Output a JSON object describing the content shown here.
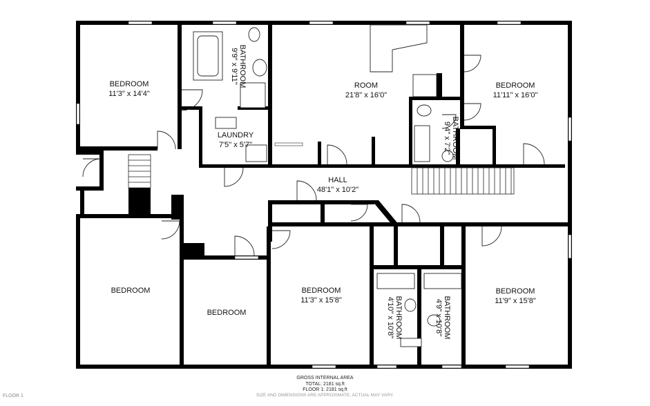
{
  "rooms": [
    {
      "name": "BEDROOM",
      "dims": "11'3\" x 14'4\""
    },
    {
      "name": "BATHROOM",
      "dims": "9'9\" x 9'11\""
    },
    {
      "name": "ROOM",
      "dims": "21'8\" x 16'0\""
    },
    {
      "name": "BEDROOM",
      "dims": "11'11\" x 16'0\""
    },
    {
      "name": "LAUNDRY",
      "dims": "7'5\" x 5'7\""
    },
    {
      "name": "BATHROOM",
      "dims": "9'4\" x 7'2\""
    },
    {
      "name": "HALL",
      "dims": "48'1\" x 10'2\""
    },
    {
      "name": "BEDROOM",
      "dims": ""
    },
    {
      "name": "BEDROOM",
      "dims": ""
    },
    {
      "name": "BEDROOM",
      "dims": "11'3\" x 15'8\""
    },
    {
      "name": "BATHROOM",
      "dims": "4'10\" x 10'8\""
    },
    {
      "name": "BATHROOM",
      "dims": "4'9\" x 10'8\""
    },
    {
      "name": "BEDROOM",
      "dims": "11'9\" x 15'8\""
    }
  ],
  "footer": {
    "title": "GROSS INTERNAL AREA",
    "total": "TOTAL: 2181 sq.ft",
    "floor": "FLOOR 1: 2181 sq.ft",
    "disclaimer": "SIZE AND DIMENSIONS ARE APPROXIMATE, ACTUAL MAY VARY."
  },
  "floor_label": "FLOOR 1"
}
